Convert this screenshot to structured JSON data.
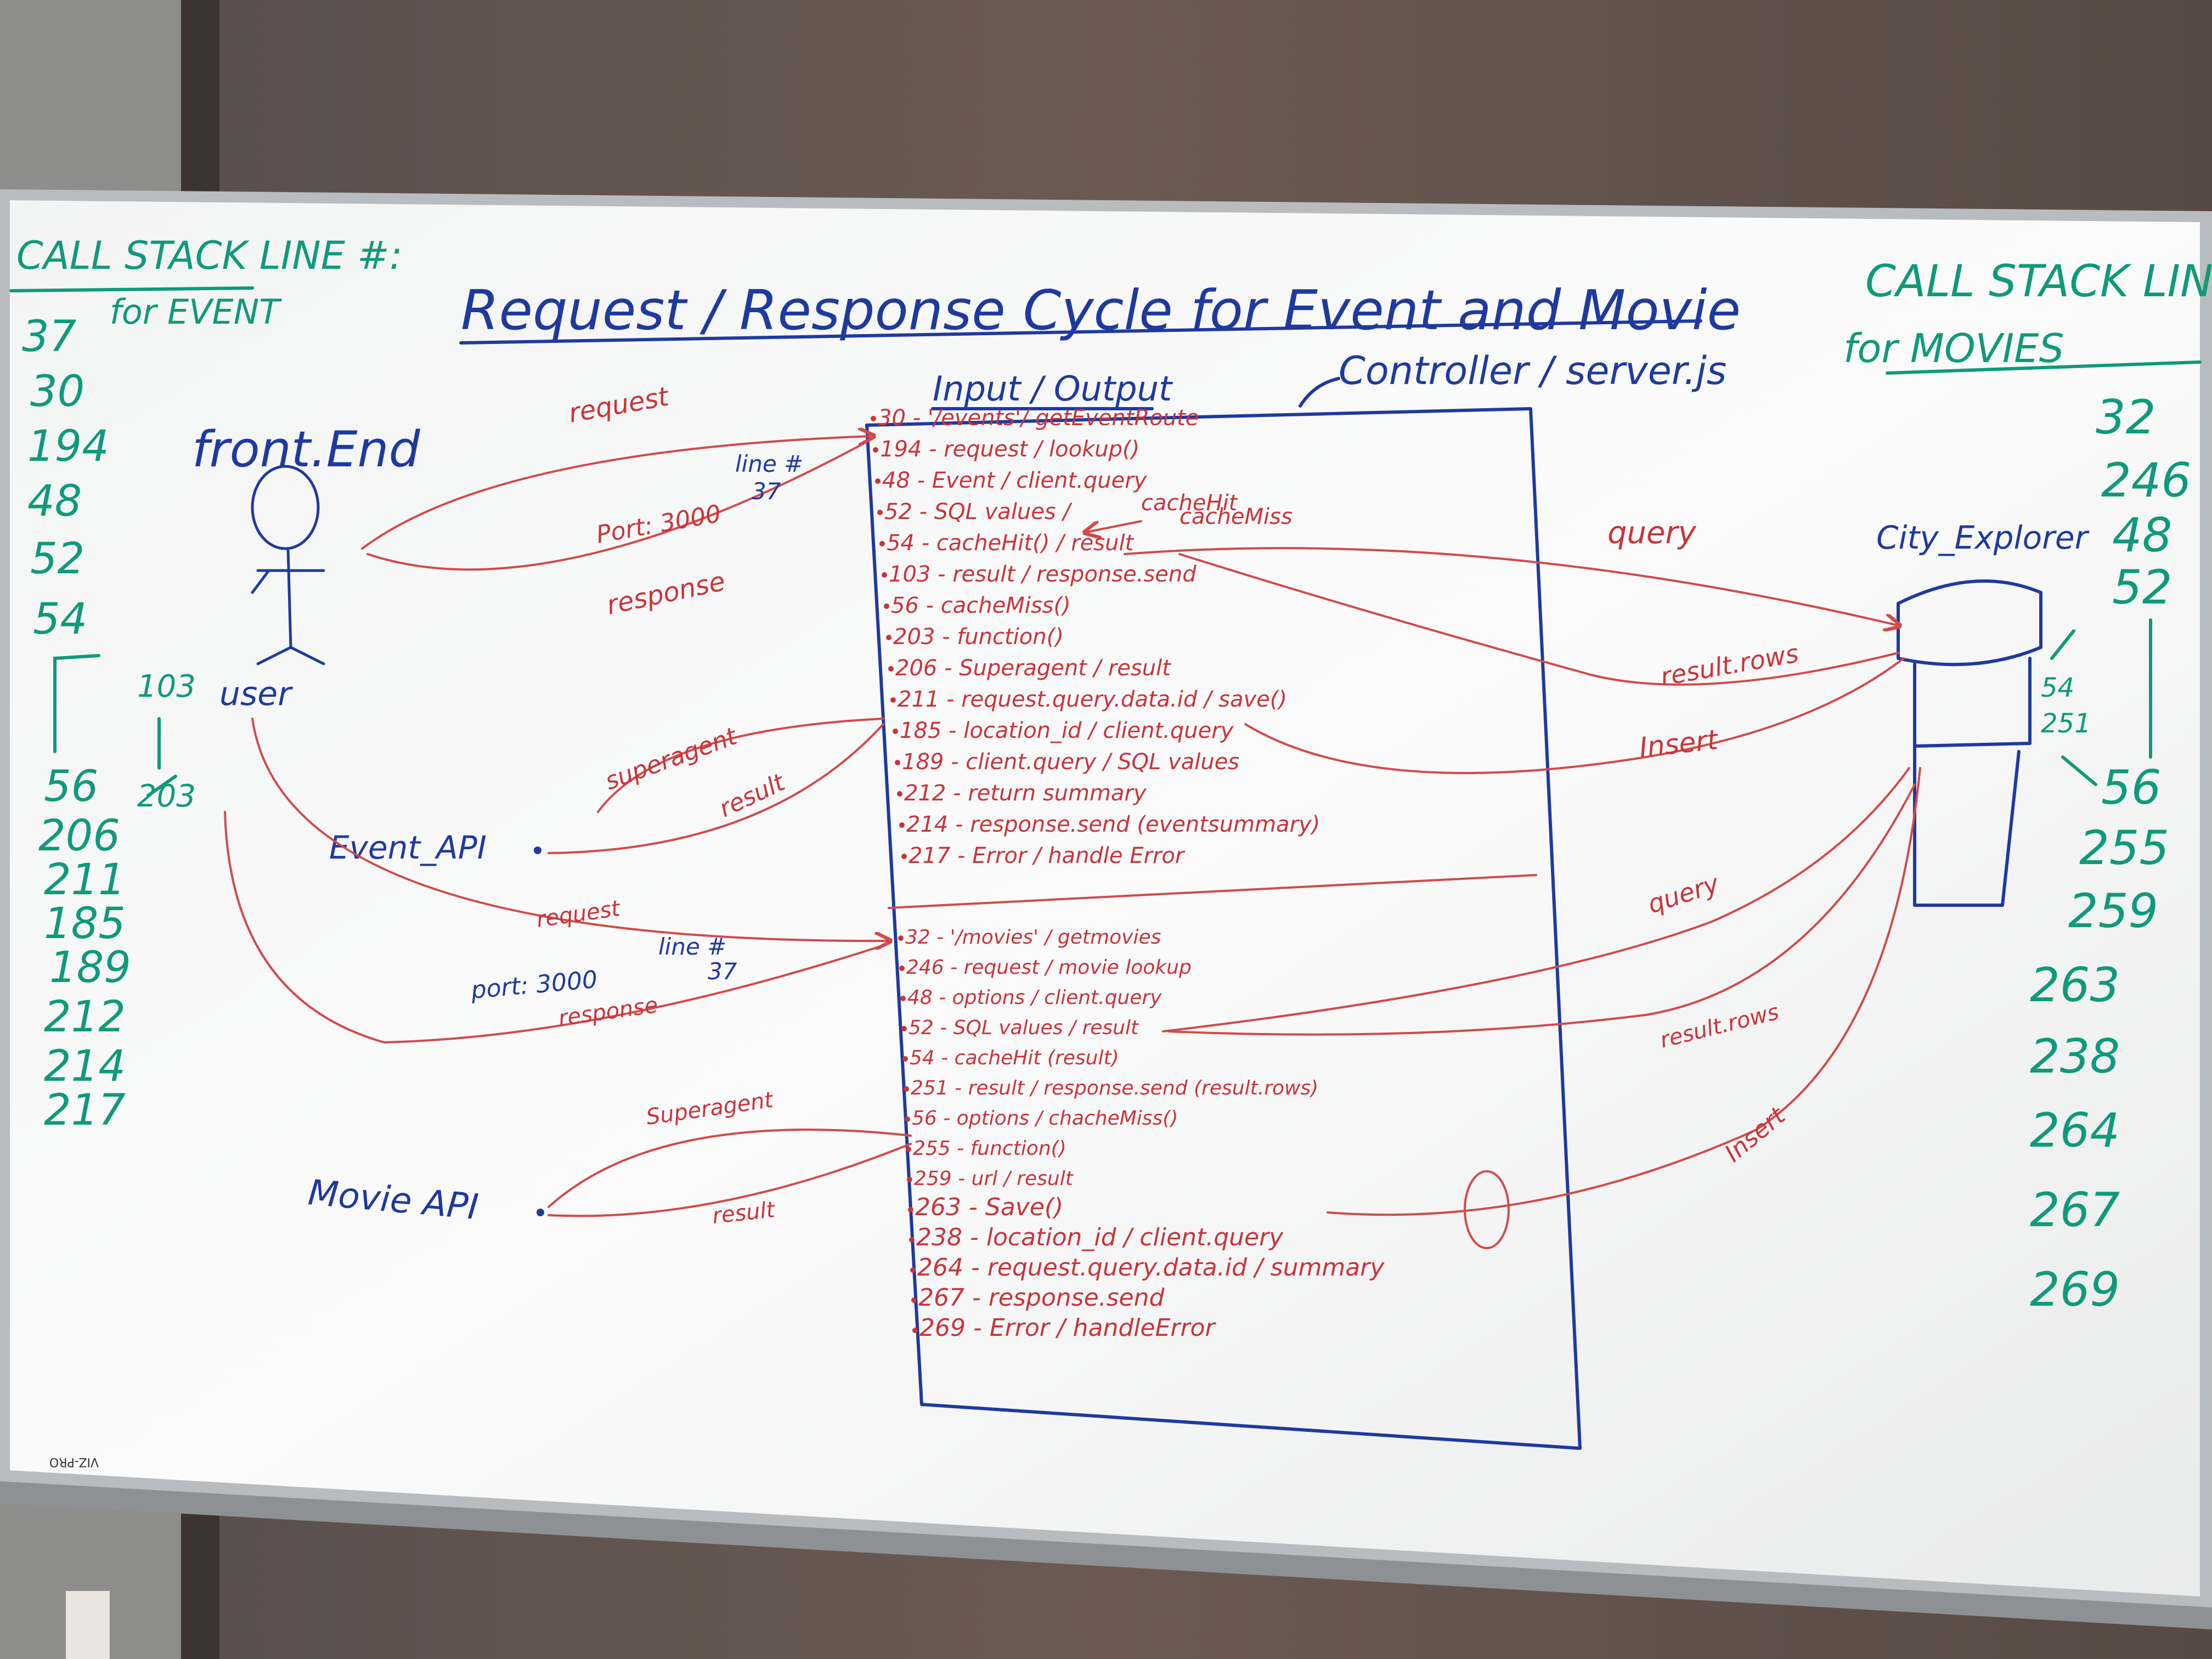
{
  "title": "Request / Response Cycle for Event and Movie",
  "controller_label": "Controller / server.js",
  "io_label": "Input / Output",
  "front_end_label": "front.End",
  "user_label": "user",
  "event_api_label": "Event_API",
  "movie_api_label": "Movie API",
  "db_label": "City_Explorer",
  "brand": "VIZ-PRO",
  "left_header": [
    "CALL STACK LINE #:",
    "for EVENT"
  ],
  "left_numbers": [
    "37",
    "30",
    "194",
    "48",
    "52",
    "54",
    "103",
    "56",
    "203",
    "206",
    "211",
    "185",
    "189",
    "212",
    "214",
    "217"
  ],
  "right_header": [
    "CALL STACK LINE",
    "for MOVIES"
  ],
  "right_numbers": [
    "32",
    "246",
    "48",
    "52",
    "54",
    "251",
    "56",
    "255",
    "259",
    "263",
    "238",
    "264",
    "267",
    "269"
  ],
  "event_flow": {
    "request": "request",
    "response": "response",
    "port": "Port: 3000",
    "line": "line #",
    "line_num": "37",
    "superagent": "superagent",
    "result": "result"
  },
  "movie_flow": {
    "request": "request",
    "response": "response",
    "port": "port: 3000",
    "line": "line #",
    "line_num": "37",
    "superagent": "Superagent",
    "result": "result"
  },
  "db_flow": {
    "query1": "query",
    "result_rows1": "result.rows",
    "insert1": "Insert",
    "query2": "query",
    "result_rows2": "result.rows",
    "insert2": "Insert",
    "cache_hit": "cacheHit",
    "cache_miss": "cacheMiss"
  },
  "event_lines": [
    "30 - '/events'/ getEventRoute",
    "194 - request / lookup()",
    "48 - Event / client.query",
    "52 - SQL values /",
    "54 - cacheHit() / result",
    "103 - result / response.send",
    "56 - cacheMiss()",
    "203 - function()",
    "206 - Superagent / result",
    "211 - request.query.data.id / save()",
    "185 - location_id / client.query",
    "189 - client.query / SQL values",
    "212 - return summary",
    "214 - response.send (eventsummary)",
    "217 - Error / handle Error"
  ],
  "movie_lines": [
    "32 - '/movies' / getmovies",
    "246 - request / movie lookup",
    "48 - options / client.query",
    "52 - SQL values / result",
    "54 - cacheHit (result)",
    "251 - result / response.send (result.rows)",
    "56 - options / chacheMiss()",
    "255 - function()",
    "259 - url / result",
    "263 - Save()",
    "238 - location_id / client.query",
    "264 - request.query.data.id / summary",
    "267 - response.send",
    "269 - Error / handleError"
  ]
}
